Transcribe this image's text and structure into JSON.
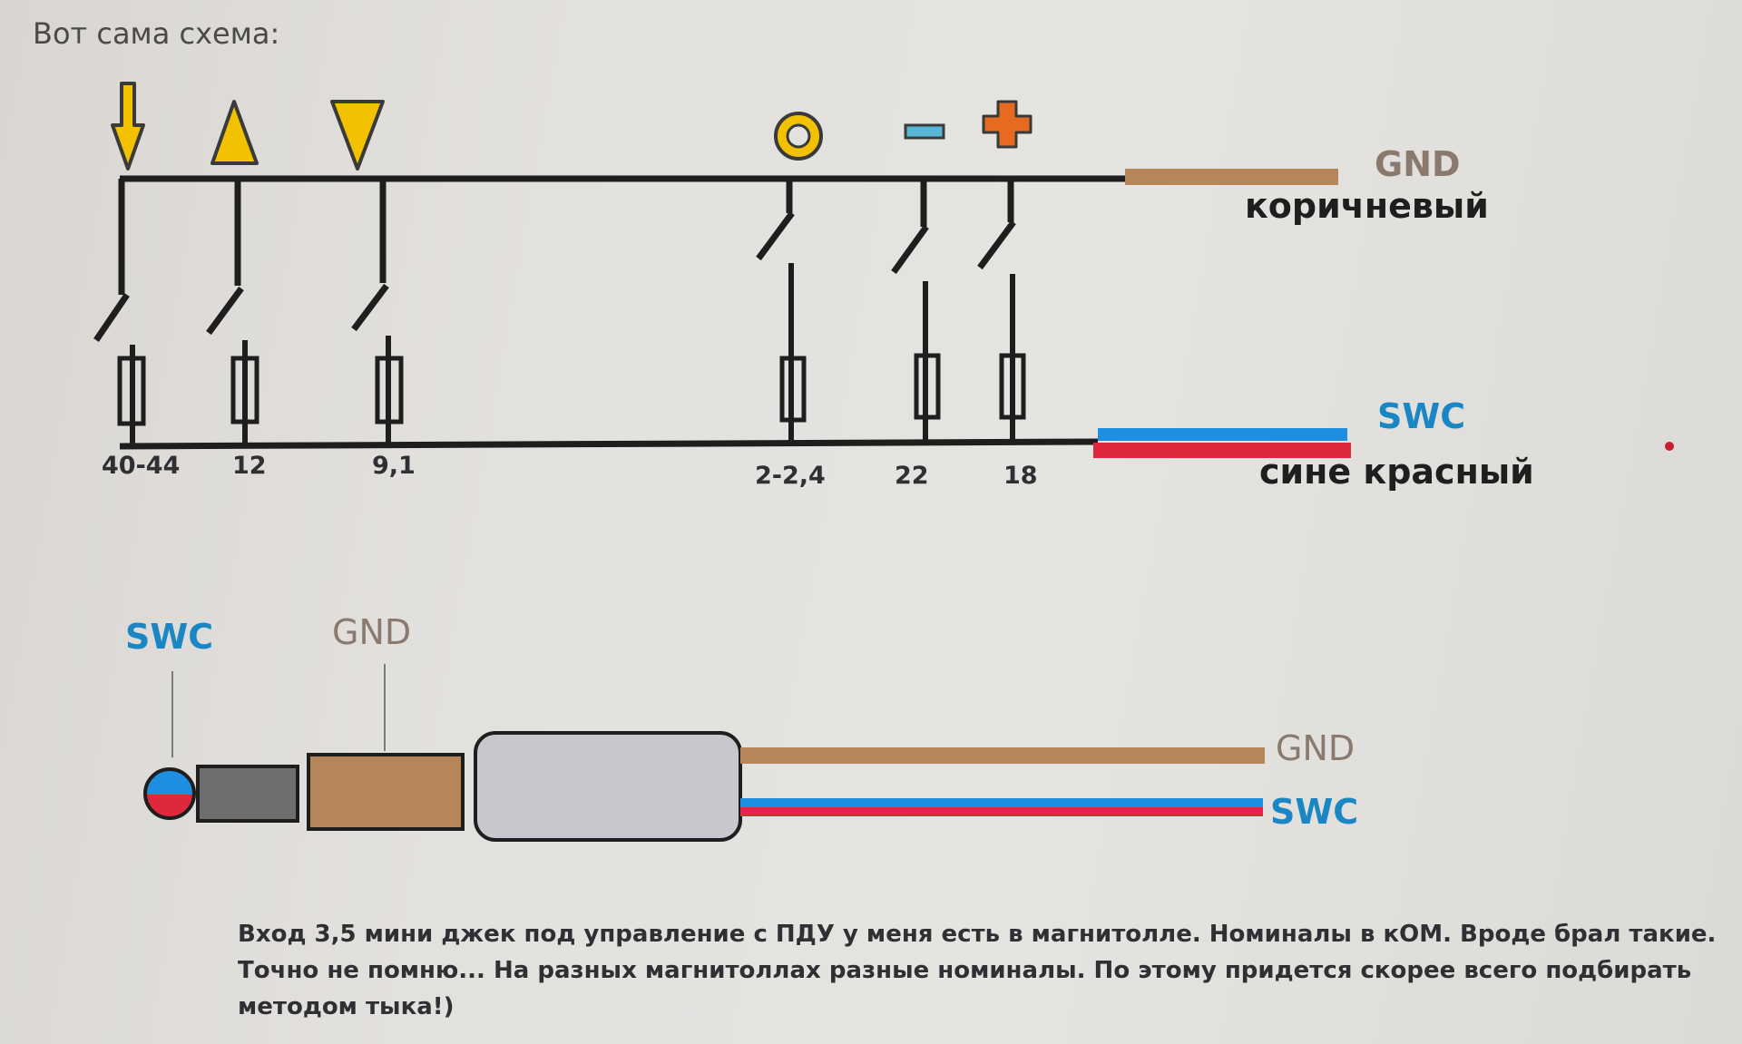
{
  "caption": "Вот сама схема:",
  "colors": {
    "wire": "#1e1e1e",
    "brown": "#b5865a",
    "blue": "#1e8fe0",
    "red": "#e0283c",
    "swc_text": "#1a86c4",
    "gnd_text": "#8a7a6e",
    "button_yellow": "#f2c200",
    "button_orange": "#e86a1e",
    "button_cyan": "#5ab6d6"
  },
  "buttons": [
    {
      "icon": "arrow-down-icon",
      "value": "40-44"
    },
    {
      "icon": "triangle-up-icon",
      "value": "12"
    },
    {
      "icon": "triangle-down-icon",
      "value": "9,1"
    },
    {
      "icon": "ring-icon",
      "value": "2-2,4"
    },
    {
      "icon": "minus-icon",
      "value": "22"
    },
    {
      "icon": "plus-icon",
      "value": "18"
    }
  ],
  "gnd_wire": {
    "label": "GND",
    "color_name": "коричневый"
  },
  "swc_wire": {
    "label": "SWC",
    "color_name": "сине красный"
  },
  "jack": {
    "swc_label": "SWC",
    "gnd_label": "GND",
    "wire_gnd_label": "GND",
    "wire_swc_label": "SWC"
  },
  "note": {
    "line1": "Вход 3,5 мини джек под управление с ПДУ у меня есть в магнитолле. Номиналы в кОМ. Вроде брал такие.",
    "line2": "Точно не помню... На разных магнитоллах разные номиналы. По этому придется скорее всего подбирать",
    "line3": "методом тыка!)"
  }
}
